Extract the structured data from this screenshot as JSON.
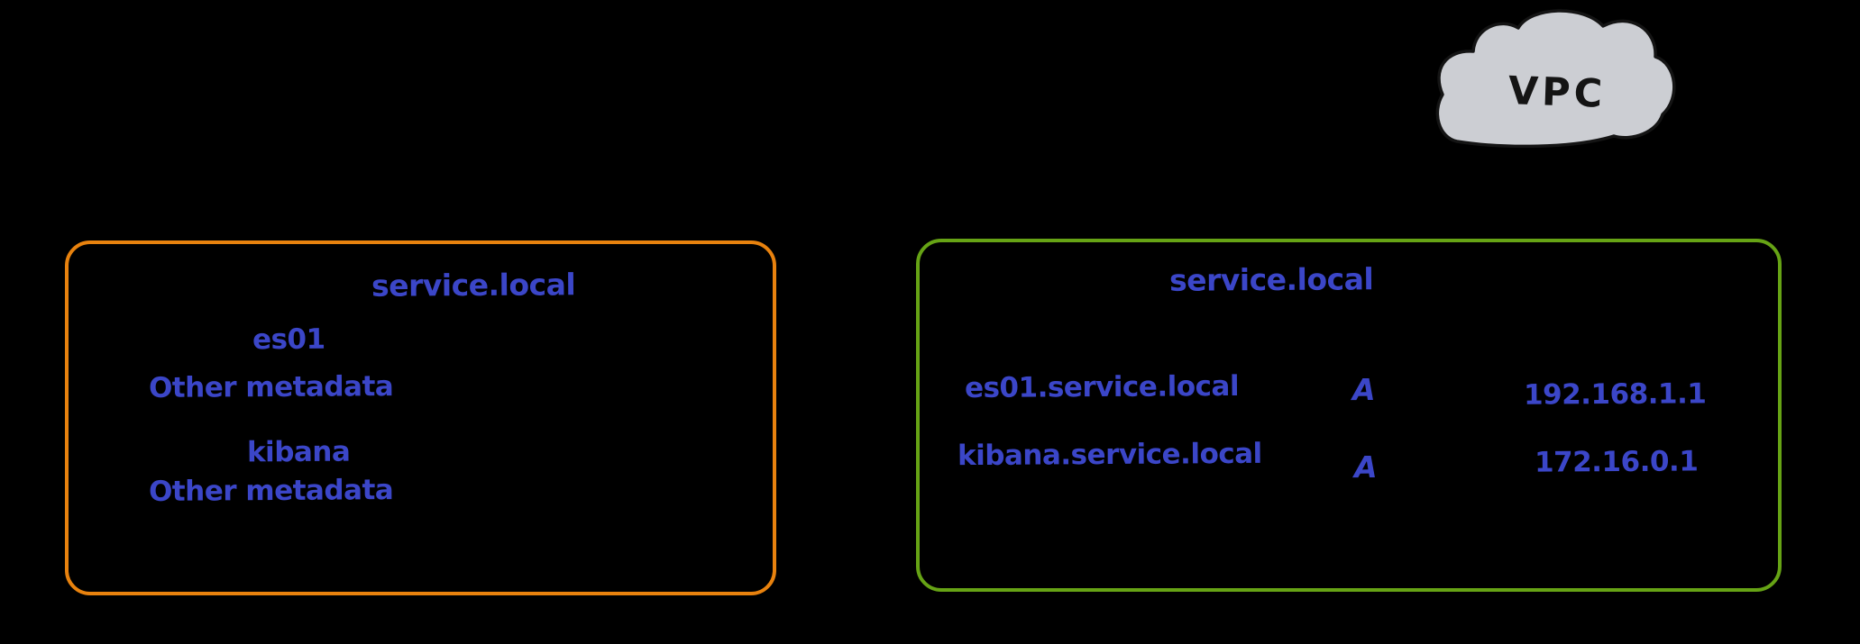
{
  "colors": {
    "background": "#000000",
    "text_blue": "#3b46c8",
    "registry_border": "#e8820e",
    "dns_border": "#66a315",
    "cloud_fill": "#ccced3",
    "cloud_stroke": "#141414",
    "vpc_text": "#141414"
  },
  "vpc_cloud": {
    "label": "VPC"
  },
  "registry_box": {
    "title": "service.local",
    "entries": [
      {
        "name": "es01",
        "meta": "Other metadata"
      },
      {
        "name": "kibana",
        "meta": "Other metadata"
      }
    ]
  },
  "dns_box": {
    "title": "service.local",
    "records": [
      {
        "host": "es01.service.local",
        "type": "A",
        "ip": "192.168.1.1"
      },
      {
        "host": "kibana.service.local",
        "type": "A",
        "ip": "172.16.0.1"
      }
    ]
  }
}
